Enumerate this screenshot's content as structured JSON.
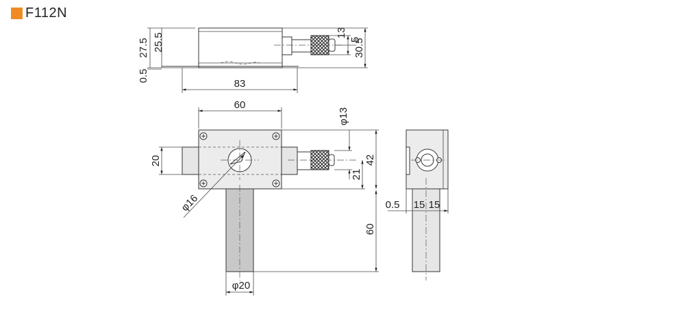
{
  "model": "F112N",
  "brand_color": "#f08a24",
  "dimensions": {
    "side_view": {
      "total_height": "27.5",
      "body_height": "25.5",
      "base_thickness": "0.5",
      "length": "83",
      "knob_height": "13",
      "knob_offset": "5",
      "overall_height": "30.5"
    },
    "front_view": {
      "width": "60",
      "knob_diameter": "φ13",
      "tube_height": "20",
      "hole_diameter": "φ16",
      "body_height": "42",
      "knob_center": "21",
      "stem_length": "60",
      "stem_diameter": "φ20"
    },
    "end_view": {
      "gap": "0.5",
      "half_width_1": "15",
      "half_width_2": "15"
    }
  }
}
